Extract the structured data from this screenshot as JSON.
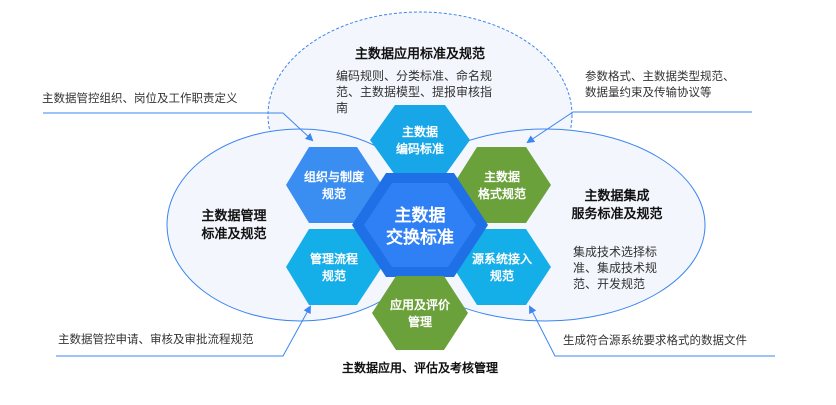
{
  "top_region": {
    "title": "主数据应用标准及规范",
    "desc_lines": [
      "编码规则、分类标准、命名规",
      "范、主数据模型、提报审核指",
      "南"
    ]
  },
  "left_region": {
    "title_lines": [
      "主数据管理",
      "标准及规范"
    ]
  },
  "right_region": {
    "title_lines": [
      "主数据集成",
      "服务标准及规范"
    ],
    "desc_lines": [
      "集成技术选择标",
      "准、集成技术规",
      "范、开发规范"
    ]
  },
  "bottom_label": "主数据应用、评估及考核管理",
  "callouts": {
    "top_left": "主数据管控组织、岗位及工作职责定义",
    "bottom_left": "主数据管控申请、审核及审批流程规范",
    "top_right_lines": [
      "参数格式、主数据类型规范、",
      "数据量约束及传输协议等"
    ],
    "bottom_right": "生成符合源系统要求格式的数据文件"
  },
  "hexagons": {
    "coding": {
      "lines": [
        "主数据",
        "编码标准"
      ],
      "color": "#17a6e8"
    },
    "org": {
      "lines": [
        "组织与制度",
        "规范"
      ],
      "color": "#3a8ef2"
    },
    "format": {
      "lines": [
        "主数据",
        "格式规范"
      ],
      "color": "#6ba13a"
    },
    "exchange": {
      "lines": [
        "主数据",
        "交换标准"
      ],
      "color": "#2f7ff5"
    },
    "process": {
      "lines": [
        "管理流程",
        "规范"
      ],
      "color": "#14aee9"
    },
    "source": {
      "lines": [
        "源系统接入",
        "规范"
      ],
      "color": "#14aee9"
    },
    "apply": {
      "lines": [
        "应用及评价",
        "管理"
      ],
      "color": "#6ba13a"
    }
  },
  "colors": {
    "line": "#3b86f0",
    "ellipse_fill": "#f3f6fd"
  }
}
